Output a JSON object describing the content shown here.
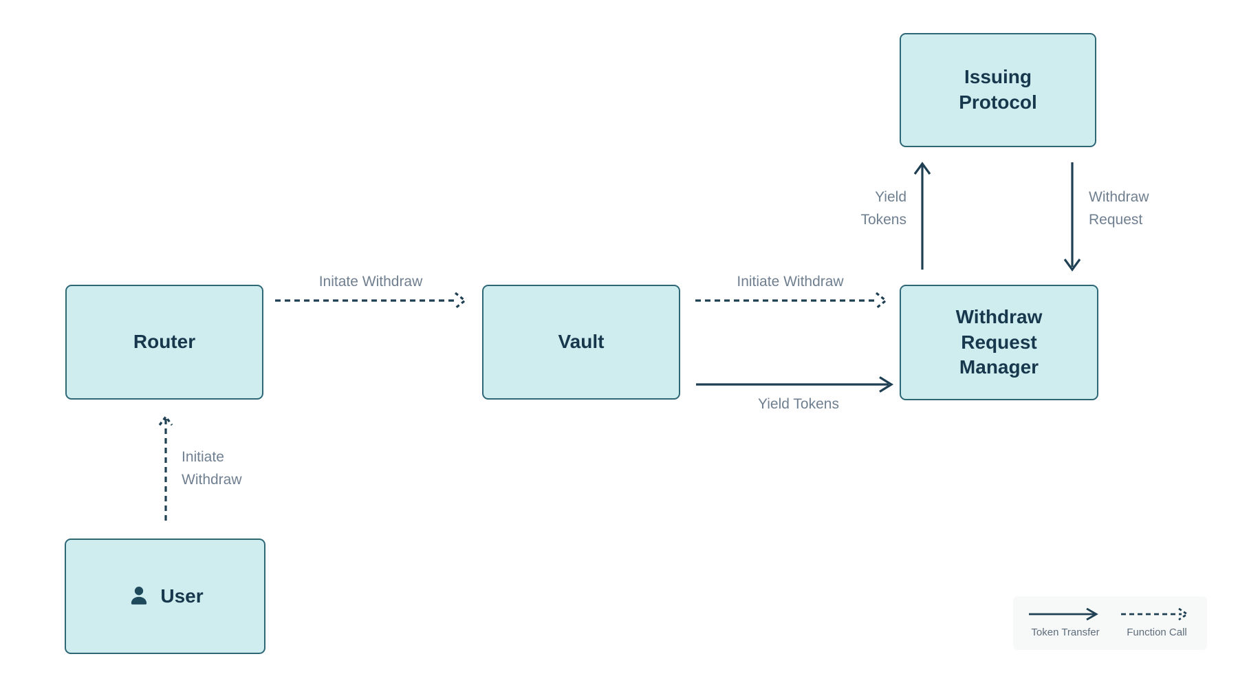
{
  "nodes": {
    "issuing_protocol": {
      "label": "Issuing Protocol"
    },
    "router": {
      "label": "Router"
    },
    "vault": {
      "label": "Vault"
    },
    "withdraw_request_manager": {
      "label": "Withdraw Request Manager"
    },
    "user": {
      "label": "User",
      "icon": "person-icon"
    }
  },
  "edges": {
    "router_to_vault": {
      "label": "Initate Withdraw",
      "type": "function-call"
    },
    "vault_to_wrm_call": {
      "label": "Initiate Withdraw",
      "type": "function-call"
    },
    "vault_to_wrm_transfer": {
      "label": "Yield Tokens",
      "type": "token-transfer"
    },
    "wrm_to_issuing": {
      "label": "Yield Tokens",
      "type": "token-transfer"
    },
    "issuing_to_wrm": {
      "label": "Withdraw Request",
      "type": "token-transfer"
    },
    "user_to_router": {
      "label": "Initiate Withdraw",
      "type": "function-call"
    }
  },
  "legend": {
    "token_transfer": {
      "label": "Token Transfer",
      "icon": "solid-arrow-icon"
    },
    "function_call": {
      "label": "Function Call",
      "icon": "dashed-arrow-icon"
    }
  },
  "colors": {
    "node_fill": "#cfecef",
    "node_border": "#2d6776",
    "node_text": "#17384c",
    "arrow": "#1f3f53",
    "edge_label": "#6f7f90",
    "legend_bg": "#f7f8f8",
    "legend_text": "#5e6d7c",
    "background": "#ffffff",
    "user_icon": "#1f4a5c"
  }
}
